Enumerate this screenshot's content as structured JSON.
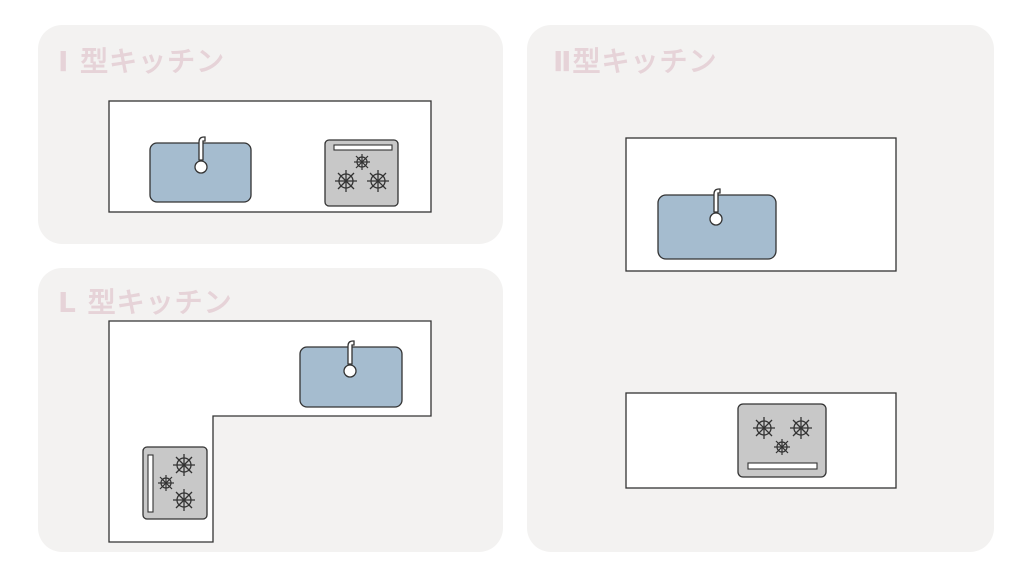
{
  "layouts": {
    "i_type": {
      "title": "I 型キッチン"
    },
    "l_type": {
      "title": "L 型キッチン"
    },
    "ii_type": {
      "title": "Ⅱ型キッチン"
    }
  },
  "colors": {
    "panel_bg": "#f3f2f1",
    "title": "#e6d3d8",
    "counter": "#ffffff",
    "outline": "#333333",
    "sink": "#a5bccf",
    "stove": "#c8c8c8"
  },
  "icons": [
    "sink-icon",
    "faucet-icon",
    "gas-stove-icon",
    "burner-icon"
  ]
}
